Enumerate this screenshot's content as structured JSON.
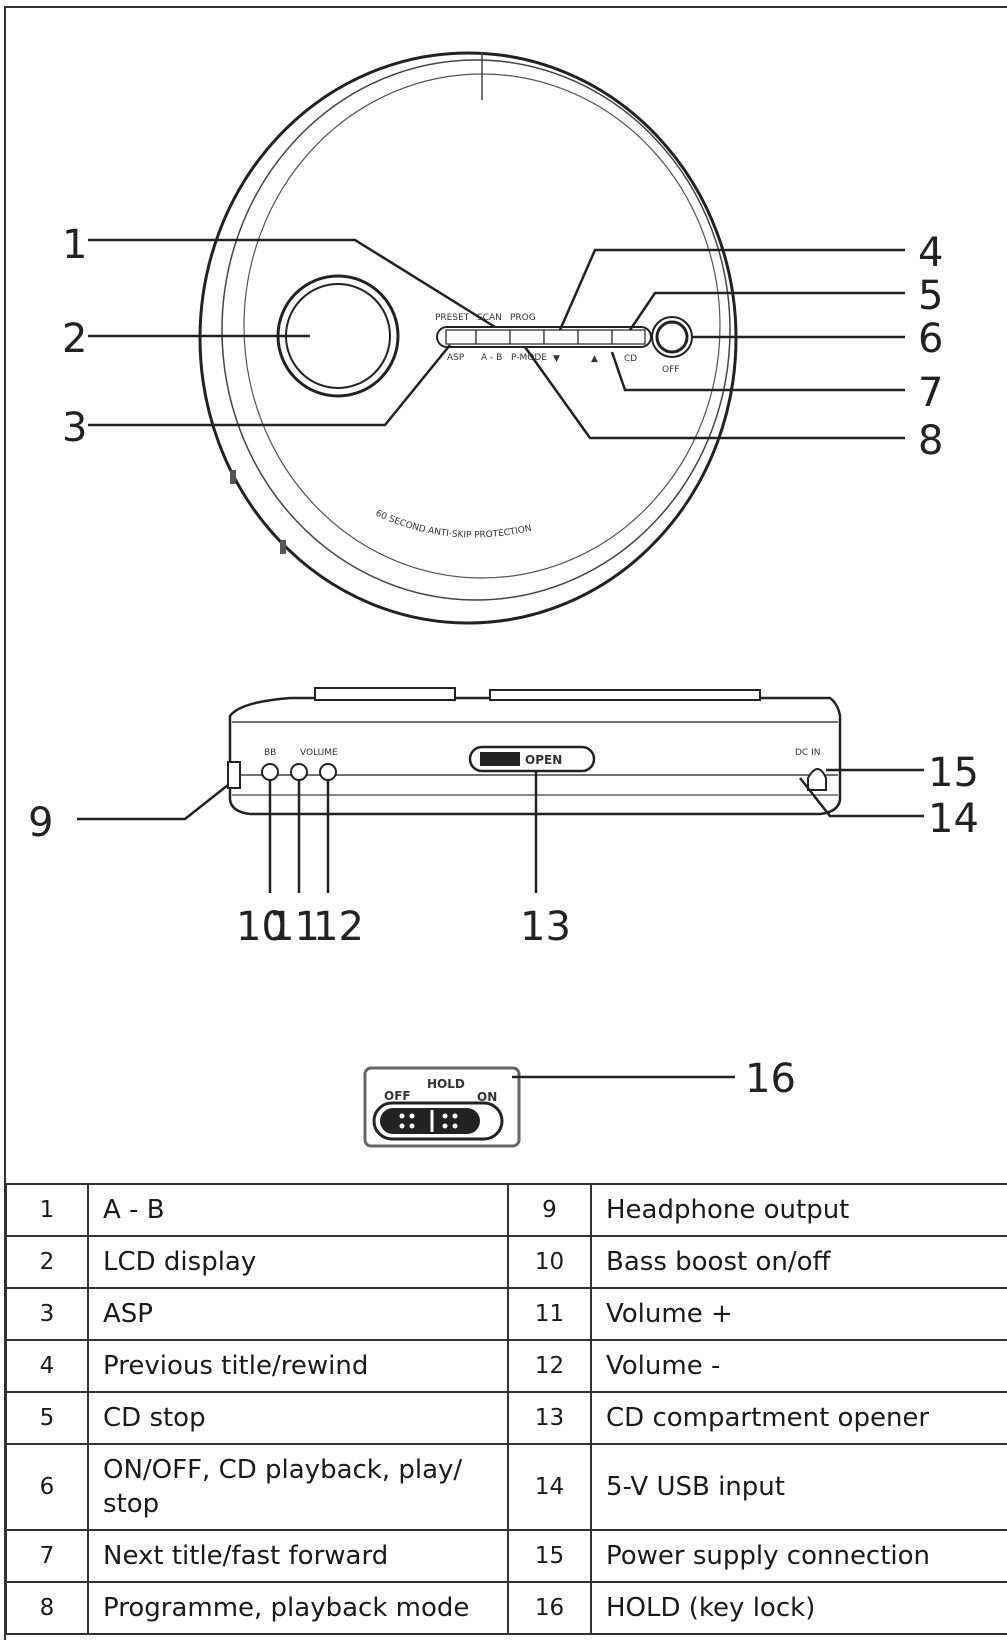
{
  "callouts": [
    "1",
    "2",
    "3",
    "4",
    "5",
    "6",
    "7",
    "8",
    "9",
    "10",
    "11",
    "12",
    "13",
    "14",
    "15",
    "16"
  ],
  "device_labels": {
    "top_row": [
      "PRESET",
      "SCAN",
      "PROG"
    ],
    "bottom_row": [
      "ASP",
      "A - B",
      "P-MODE",
      "▼",
      "▲",
      "CD",
      "OFF"
    ],
    "disc_text": "60 SECOND ANTI-SKIP PROTECTION",
    "side_open": "OPEN",
    "side_jack_labels": [
      "BB",
      "VOLUME"
    ],
    "side_dc": "DC IN",
    "hold": "HOLD",
    "hold_off": "OFF",
    "hold_on": "ON"
  },
  "legend": [
    {
      "n1": "1",
      "t1": "A - B",
      "n2": "9",
      "t2": "Headphone output"
    },
    {
      "n1": "2",
      "t1": "LCD display",
      "n2": "10",
      "t2": "Bass boost on/off"
    },
    {
      "n1": "3",
      "t1": "ASP",
      "n2": "11",
      "t2": "Volume +"
    },
    {
      "n1": "4",
      "t1": "Previous title/rewind",
      "n2": "12",
      "t2": "Volume -"
    },
    {
      "n1": "5",
      "t1": "CD stop",
      "n2": "13",
      "t2": "CD compartment opener"
    },
    {
      "n1": "6",
      "t1": "ON/OFF, CD playback, play/ stop",
      "n2": "14",
      "t2": "5-V USB input"
    },
    {
      "n1": "7",
      "t1": "Next title/fast forward",
      "n2": "15",
      "t2": "Power supply connection"
    },
    {
      "n1": "8",
      "t1": "Programme, playback mode",
      "n2": "16",
      "t2": "HOLD (key lock)"
    }
  ]
}
